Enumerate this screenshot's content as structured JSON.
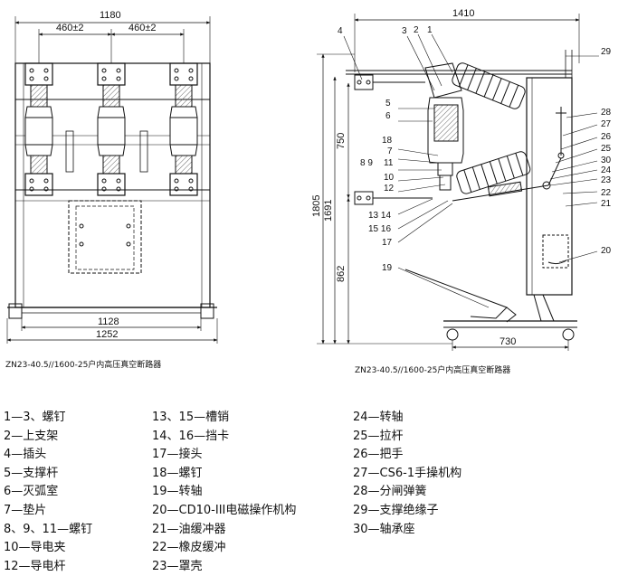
{
  "left_view": {
    "dims": {
      "width_total": "1180",
      "pitch_a": "460±2",
      "pitch_b": "460±2",
      "inner_width": "1128",
      "outer_width": "1252"
    },
    "caption": "ZN23-40.5//1600-25户内高压真空断路器"
  },
  "right_view": {
    "dims": {
      "width_total": "1410",
      "height_750": "750",
      "height_1805": "1805",
      "height_1691": "1691",
      "height_862": "862",
      "base_width": "730"
    },
    "callouts": {
      "c4": "4",
      "c3": "3",
      "c2": "2",
      "c1": "1",
      "c29": "29",
      "c5": "5",
      "c6": "6",
      "c18": "18",
      "c7": "7",
      "c8_9": "8  9",
      "c11": "11",
      "c10": "10",
      "c12": "12",
      "c13_14": "13 14",
      "c15_16": "15 16",
      "c17": "17",
      "c19": "19",
      "c28": "28",
      "c27": "27",
      "c26": "26",
      "c25": "25",
      "c30": "30",
      "c24": "24",
      "c23": "23",
      "c22": "22",
      "c21": "21",
      "c20": "20"
    },
    "caption": "ZN23-40.5//1600-25户内高压真空断路器"
  },
  "legend": {
    "col1": [
      "1—3、螺钉",
      "2—上支架",
      "4—插头",
      "5—支撑杆",
      "6—灭弧室",
      "7—垫片",
      "8、9、11—螺钉",
      "10—导电夹",
      "12—导电杆"
    ],
    "col2": [
      "13、15—槽销",
      "14、16—挡卡",
      "17—接头",
      "18—螺钉",
      "19—转轴",
      "20—CD10-III电磁操作机构",
      "21—油缓冲器",
      "22—橡皮缓冲",
      "23—罩壳"
    ],
    "col3": [
      "24—转轴",
      "25—拉杆",
      "26—把手",
      "27—CS6-1手操机构",
      "28—分闸弹簧",
      "29—支撑绝缘子",
      "30—轴承座"
    ]
  }
}
